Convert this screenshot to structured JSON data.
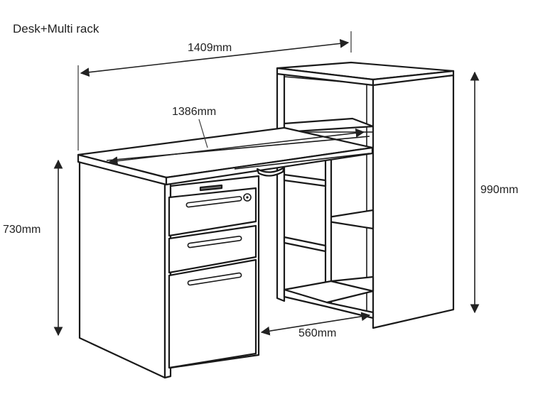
{
  "title": "Desk+Multi rack",
  "dimensions": {
    "rack_width": "1409mm",
    "desk_width": "1386mm",
    "desk_height": "730mm",
    "rack_height": "990mm",
    "depth": "560mm"
  }
}
